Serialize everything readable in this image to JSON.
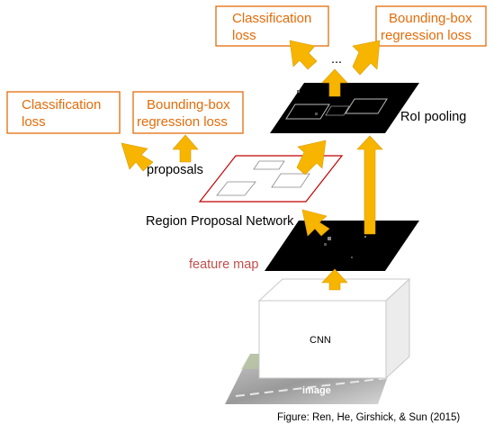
{
  "top_losses": {
    "classification": [
      "Classification",
      "loss"
    ],
    "bbox_regression": [
      "Bounding-box",
      "regression loss"
    ]
  },
  "rpn_losses": {
    "classification": [
      "Classification",
      "loss"
    ],
    "bbox_regression": [
      "Bounding-box",
      "regression loss"
    ]
  },
  "ellipsis": "...",
  "labels": {
    "roi_pooling": "RoI pooling",
    "proposals": "proposals",
    "region_proposal_network": "Region Proposal Network",
    "feature_map": "feature map",
    "cnn": "CNN",
    "image": "image"
  },
  "caption": "Figure: Ren, He, Girshick, & Sun (2015)",
  "colors": {
    "loss_box": "#e36c0a",
    "arrow": "#f7b500",
    "feature_map_label": "#c0504d",
    "proposal_border": "#c00000",
    "map_fill": "#000000"
  }
}
